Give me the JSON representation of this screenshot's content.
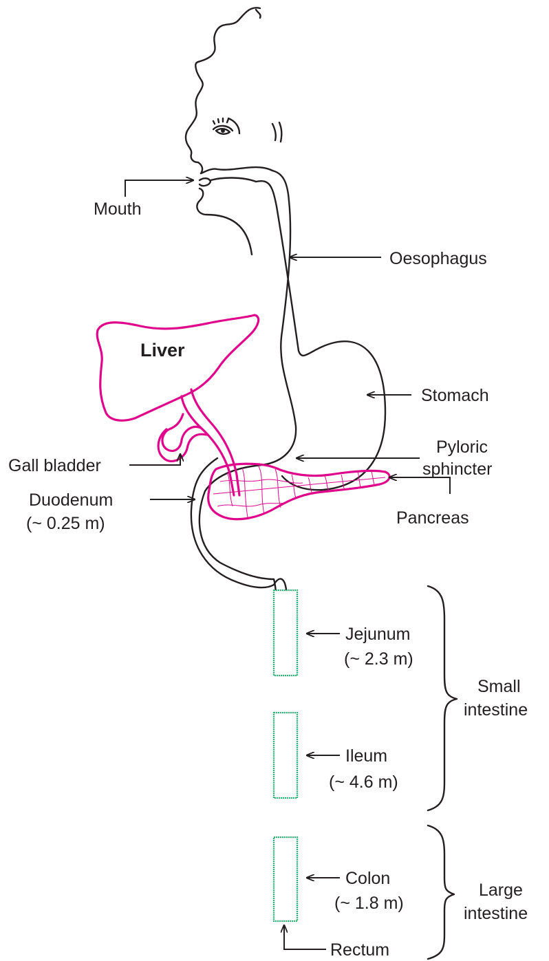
{
  "colors": {
    "line": "#231f20",
    "organ": "#e0068b",
    "intestine_segment": "#2bb673",
    "background": "#ffffff"
  },
  "labels": {
    "mouth": "Mouth",
    "oesophagus": "Oesophagus",
    "liver": "Liver",
    "stomach": "Stomach",
    "gall_bladder": "Gall bladder",
    "pyloric_sphincter": [
      "Pyloric",
      "sphincter"
    ],
    "duodenum": "Duodenum",
    "duodenum_length": "(~ 0.25 m)",
    "pancreas": "Pancreas",
    "jejunum": "Jejunum",
    "jejunum_length": "(~ 2.3 m)",
    "ileum": "Ileum",
    "ileum_length": "(~ 4.6 m)",
    "small_intestine": [
      "Small",
      "intestine"
    ],
    "colon": "Colon",
    "colon_length": "(~ 1.8 m)",
    "large_intestine": [
      "Large",
      "intestine"
    ],
    "rectum": "Rectum"
  }
}
